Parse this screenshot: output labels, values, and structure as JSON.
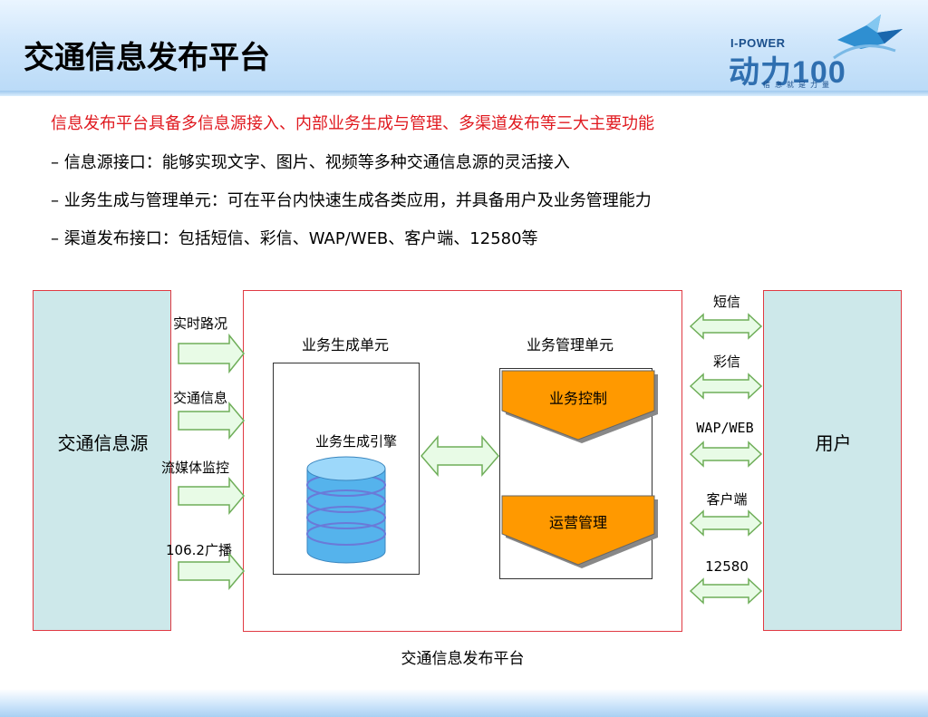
{
  "header": {
    "title": "交通信息发布平台",
    "logo": {
      "top": "I-POWER",
      "main": "动力100",
      "sub": "信息就是力量"
    }
  },
  "bullets": {
    "main": "信息发布平台具备多信息源接入、内部业务生成与管理、多渠道发布等三大主要功能",
    "items": [
      "– 信息源接口：能够实现文字、图片、视频等多种交通信息源的灵活接入",
      "– 业务生成与管理单元：可在平台内快速生成各类应用，并具备用户及业务管理能力",
      "– 渠道发布接口：包括短信、彩信、WAP/WEB、客户端、12580等"
    ]
  },
  "diagram": {
    "source_label": "交通信息源",
    "source_inputs": [
      "实时路况",
      "交通信息",
      "流媒体监控",
      "106.2广播"
    ],
    "gen_unit_title": "业务生成单元",
    "gen_engine_label": "业务生成引擎",
    "mgmt_unit_title": "业务管理单元",
    "mgmt_items": [
      "业务控制",
      "运营管理"
    ],
    "channels": [
      "短信",
      "彩信",
      "WAP/WEB",
      "客户端",
      "12580"
    ],
    "user_label": "用户",
    "platform_caption": "交通信息发布平台"
  },
  "colors": {
    "accent_red": "#e0191f",
    "side_box_fill": "#cde8ea",
    "arrow_fill": "#e8fbe6",
    "arrow_stroke": "#6fae59",
    "mgmt_fill": "#ff9900",
    "db_fill": "#4eaee9",
    "platform_border": "#e03a43"
  },
  "icons": [
    "bird-logo-icon",
    "database-icon"
  ]
}
